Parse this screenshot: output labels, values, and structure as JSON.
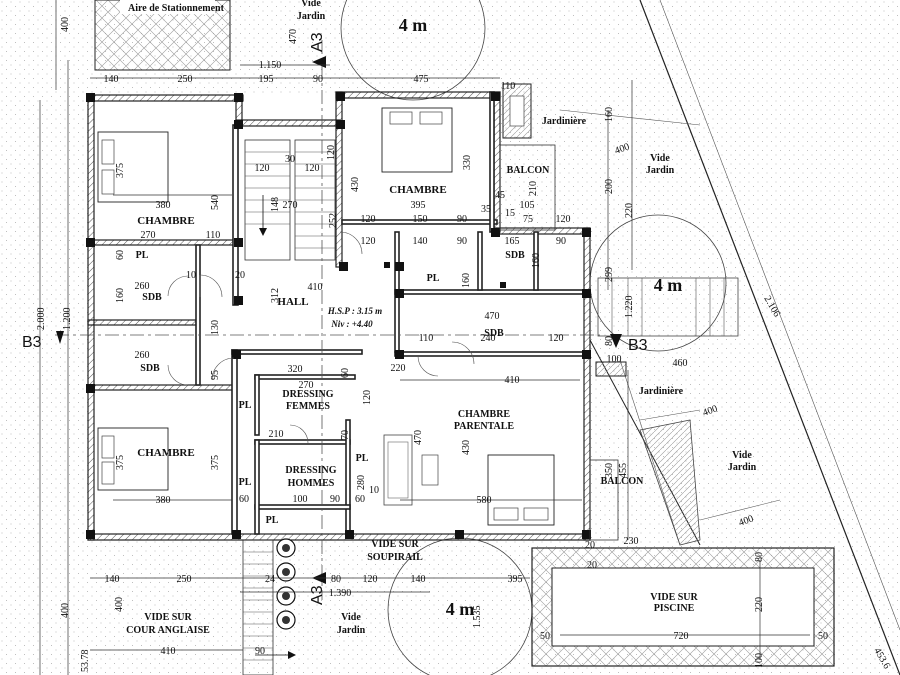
{
  "rooms": {
    "parking": "Aire de Stationnement",
    "vide_jardin_top": "Vide\nJardin",
    "chambre_left_top": "CHAMBRE",
    "chambre_center": "CHAMBRE",
    "chambre_left_bottom": "CHAMBRE",
    "chambre_parentale": "CHAMBRE\nPARENTALE",
    "hall": "HALL",
    "balcon_top": "BALCON",
    "balcon_bottom": "BALCON",
    "jardiniere_top": "Jardinière",
    "jardiniere_bottom": "Jardinière",
    "vide_jardin_right_top": "Vide\nJardin",
    "vide_jardin_right_bottom": "Vide\nJardin",
    "vide_jardin_bottom": "Vide\nJardin",
    "pl_left": "PL",
    "pl_center": "PL",
    "pl_dressing_f": "PL",
    "pl_dressing_h": "PL",
    "pl_bottom": "PL",
    "pl_parentale": "PL",
    "sdb_left_top": "SDB",
    "sdb_left_bottom": "SDB",
    "sdb_center_top": "SDB",
    "sdb_center": "SDB",
    "dressing_femmes": "DRESSING\nFEMMES",
    "dressing_hommes": "DRESSING\nHOMMES",
    "vide_soupirail": "VIDE SUR\nSOUPIRAIL",
    "vide_cour": "VIDE SUR\nCOUR ANGLAISE",
    "vide_piscine": "VIDE SUR\nPISCINE"
  },
  "annotations": {
    "circle_label_top": "4 m",
    "circle_label_right": "4 m",
    "circle_label_bottom": "4 m",
    "section_a3_top": "A3",
    "section_a3_bottom": "A3",
    "section_b3_left": "B3",
    "section_b3_right": "B3",
    "hsp": "H.S.P : 3.15 m",
    "niv": "Niv : +4.40"
  },
  "dimensions": {
    "top_row": [
      "140",
      "250",
      "195",
      "90",
      "475"
    ],
    "top_total": "1.150",
    "d_110": "110",
    "d_470": "470",
    "d_400_top_left": "400",
    "bottom_row": [
      "140",
      "250",
      "24",
      "80",
      "120",
      "140",
      "395"
    ],
    "bottom_total": "1.390",
    "d_410": "410",
    "d_90": "90",
    "d_400_bottom_left": "400",
    "d_400_mid_left": "400",
    "side_total": "2.000",
    "side_1200": "1.200",
    "d_380_top": "380",
    "d_380_bottom": "380",
    "d_375_top": "375",
    "d_375_bottom": "375",
    "d_375_mid": "375",
    "d_270": "270",
    "d_110_mid": "110",
    "d_260_top": "260",
    "d_260_bottom": "260",
    "d_160": "160",
    "d_60": "60",
    "d_10": "10",
    "d_20": "20",
    "d_130": "130",
    "d_95": "95",
    "d_540": "540",
    "d_120_stairs_a": "120",
    "d_120_stairs_b": "120",
    "d_30": "30",
    "d_270_stairs": "270",
    "d_148": "148",
    "d_312": "312",
    "d_410_hall": "410",
    "d_120_stairs_c": "120",
    "d_395": "395",
    "d_430": "430",
    "d_252": "252",
    "d_330": "330",
    "d_120_c1": "120",
    "d_150": "150",
    "d_90_c": "90",
    "d_120_c2": "120",
    "d_140_c": "140",
    "d_90_c2": "90",
    "d_45": "45",
    "d_35": "35",
    "d_15": "15",
    "d_210": "210",
    "d_105": "105",
    "d_75": "75",
    "d_120_c3": "120",
    "d_160_c": "160",
    "d_165": "165",
    "d_90_c3": "90",
    "d_160_c2": "160",
    "d_470_sdb": "470",
    "d_240": "240",
    "d_120_sdb": "120",
    "d_110_sdb": "110",
    "d_220": "220",
    "d_410_par": "410",
    "d_320": "320",
    "d_270_df": "270",
    "d_210_df": "210",
    "d_120_df": "120",
    "d_60_df": "60",
    "d_70": "70",
    "d_280": "280",
    "d_100": "100",
    "d_90_dh": "90",
    "d_60_dh": "60",
    "d_60_dh2": "60",
    "d_10_dh": "10",
    "d_470_par": "470",
    "d_430_par": "430",
    "d_580": "580",
    "d_350": "350",
    "d_455": "455",
    "d_230": "230",
    "d_20_bal": "20",
    "d_400_right_a": "400",
    "d_400_right_b": "400",
    "d_400_right_c": "400",
    "d_160_right": "160",
    "d_200_right": "200",
    "d_299": "299",
    "d_220_right": "220",
    "d_1220": "1.220",
    "d_2106": "2.106",
    "d_460": "460",
    "d_100_b": "100",
    "d_80": "80",
    "d_720": "720",
    "d_50_a": "50",
    "d_50_b": "50",
    "d_220_pool": "220",
    "d_80_pool": "80",
    "d_100_pool": "100",
    "d_20_pool": "20",
    "d_1535": "1.535",
    "d_53_78": "53.78",
    "d_453": "453.6"
  }
}
